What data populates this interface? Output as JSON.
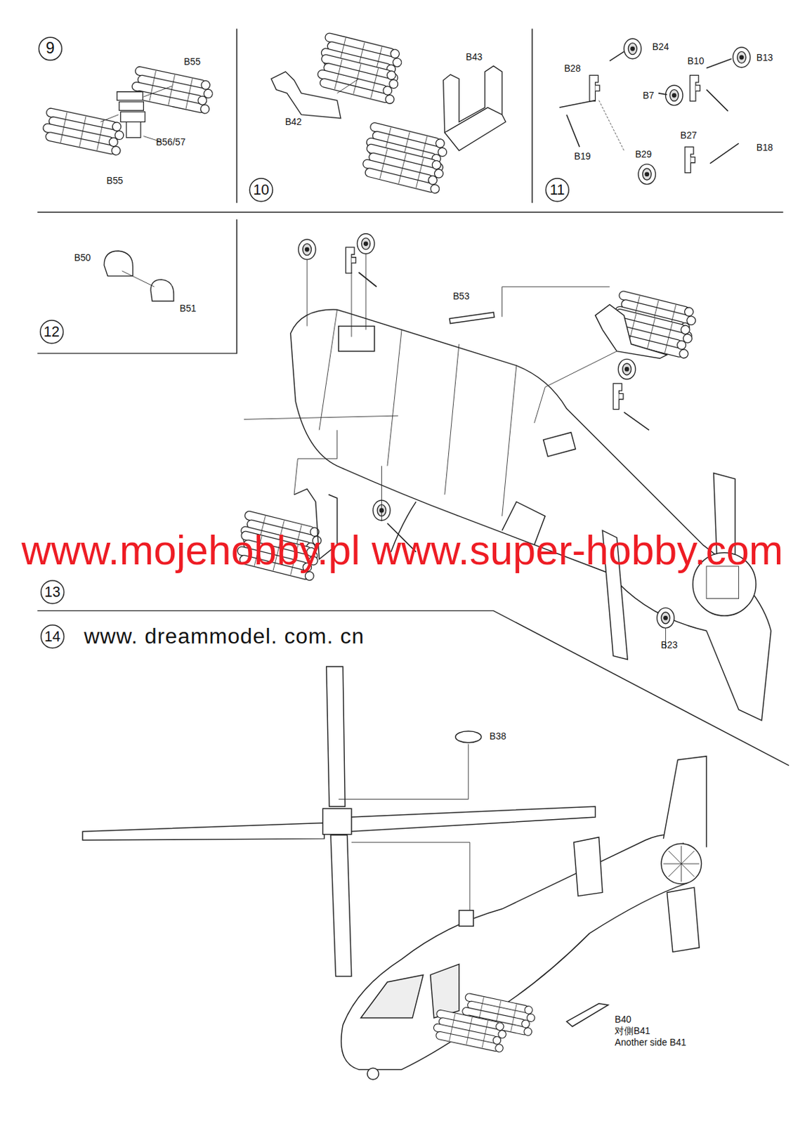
{
  "diagram": {
    "labels": [
      "9",
      "B55",
      "B56/57",
      "B55",
      "B42",
      "B43",
      "10",
      "B28",
      "B24",
      "B10",
      "B13",
      "B7",
      "B19",
      "B27",
      "B29",
      "B18",
      "11",
      "B50",
      "B51",
      "12",
      "B53",
      "www.mojehobby.pl www.super-hobby.com",
      "13",
      "B23",
      "14",
      "www. dreammodel. com. cn",
      "B38",
      "B40",
      "对側B41",
      "Another side B41"
    ]
  }
}
